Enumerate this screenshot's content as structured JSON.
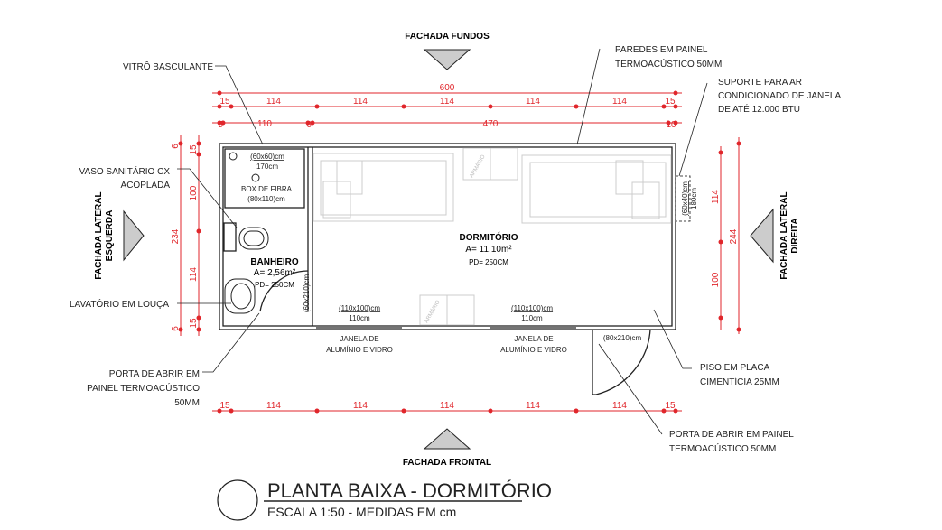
{
  "facades": {
    "back": "FACHADA FUNDOS",
    "front": "FACHADA FRONTAL",
    "left_1": "FACHADA LATERAL",
    "left_2": "ESQUERDA",
    "right_1": "FACHADA LATERAL",
    "right_2": "DIREITA"
  },
  "callouts": {
    "vitro": "VITRÔ BASCULANTE",
    "walls_1": "PAREDES EM PAINEL",
    "walls_2": "TERMOACÚSTICO 50MM",
    "ac_1": "SUPORTE PARA AR",
    "ac_2": "CONDICIONADO DE JANELA",
    "ac_3": "DE ATÉ 12.000 BTU",
    "toilet_1": "VASO SANITÁRIO CX",
    "toilet_2": "ACOPLADA",
    "sink": "LAVATÓRIO EM LOUÇA",
    "door1_1": "PORTA DE ABRIR EM",
    "door1_2": "PAINEL TERMOACÚSTICO",
    "door1_3": "50MM",
    "floor_1": "PISO EM PLACA",
    "floor_2": "CIMENTÍCIA 25MM",
    "door2_1": "PORTA DE ABRIR EM PAINEL",
    "door2_2": "TERMOACÚSTICO 50MM"
  },
  "rooms": {
    "bath": {
      "name": "BANHEIRO",
      "area": "A= 2,56m²",
      "pd": "PD= 250CM"
    },
    "bed": {
      "name": "DORMITÓRIO",
      "area": "A= 11,10m²",
      "pd": "PD= 250CM"
    }
  },
  "plan_notes": {
    "vitro_size": "(60x60)cm",
    "vitro_h": "170cm",
    "box_1": "BOX DE FIBRA",
    "box_2": "(80x110)cm",
    "door_bath": "(60x210)cm",
    "win1_size": "(110x100)cm",
    "win1_h": "110cm",
    "win2_size": "(110x100)cm",
    "win2_h": "110cm",
    "win1_1": "JANELA DE",
    "win1_2": "ALUMÍNIO E VIDRO",
    "win2_1": "JANELA DE",
    "win2_2": "ALUMÍNIO E VIDRO",
    "door_main": "(80x210)cm",
    "ac_size": "(60x40)cm",
    "ac_h": "180cm",
    "wardrobe": "ARMÁRIO"
  },
  "dims": {
    "total": "600",
    "top_row": [
      "15",
      "114",
      "114",
      "114",
      "114",
      "114",
      "15"
    ],
    "inner_row": [
      "5",
      "110",
      "6",
      "470",
      "10"
    ],
    "bottom_row": [
      "15",
      "114",
      "114",
      "114",
      "114",
      "114",
      "15"
    ],
    "left_total": "234",
    "left_row": [
      "6",
      "15",
      "100",
      "114",
      "15",
      "6"
    ],
    "right_total": "244",
    "right_row": [
      "114",
      "100"
    ]
  },
  "title": {
    "main": "PLANTA BAIXA - DORMITÓRIO",
    "scale": "ESCALA 1:50 - MEDIDAS EM cm"
  }
}
